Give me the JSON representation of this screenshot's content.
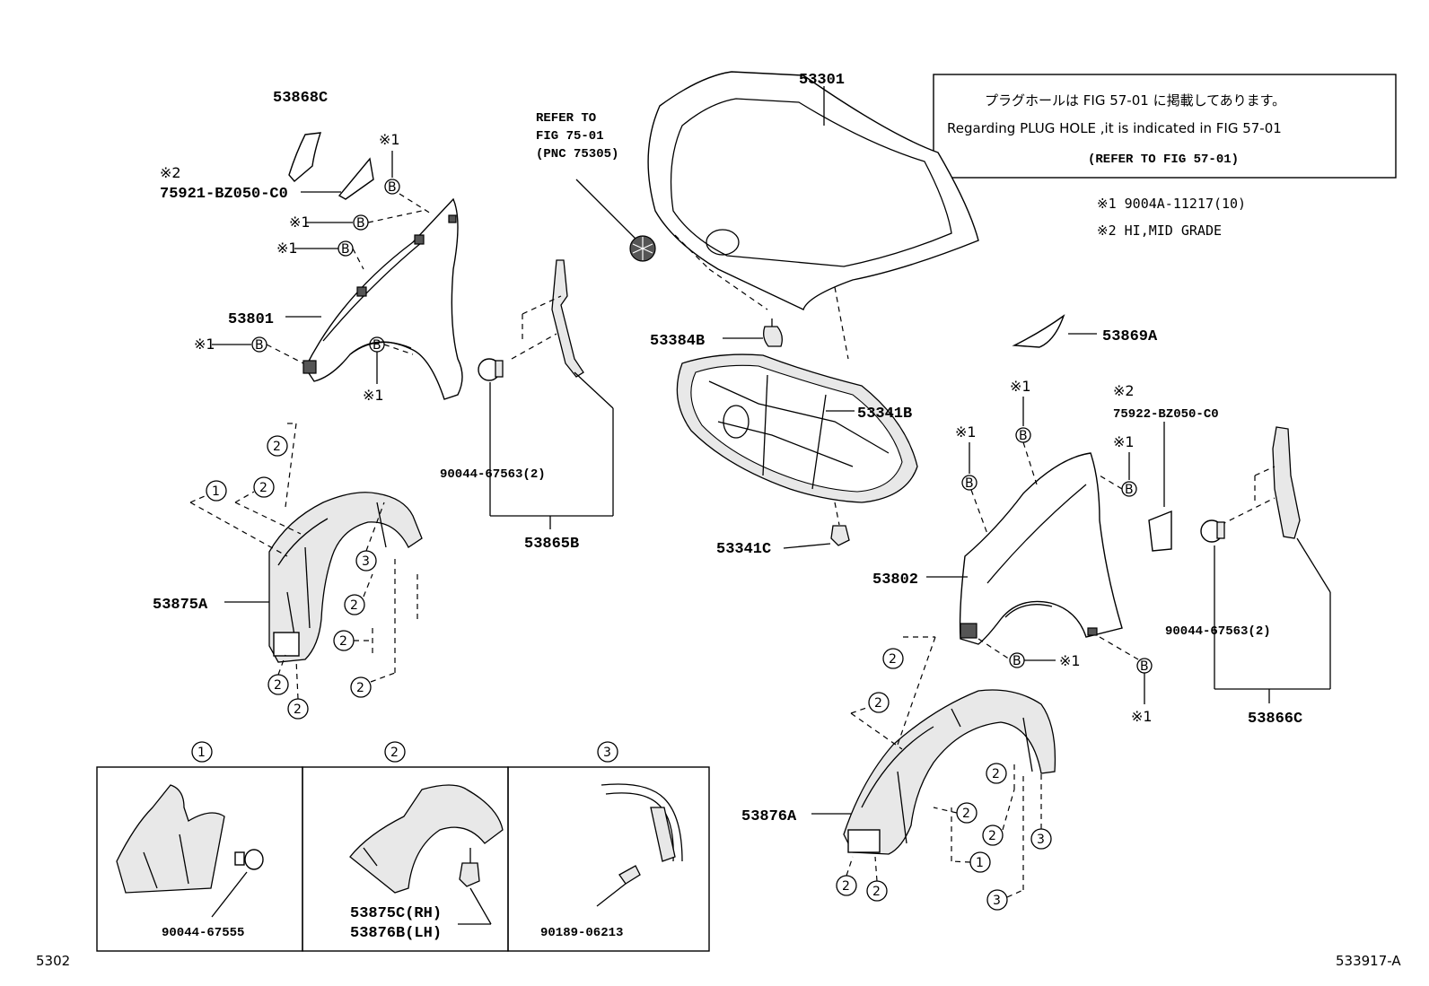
{
  "note": {
    "line_jp": "プラグホールは FIG 57-01 に掲載してあります。",
    "line_en": "Regarding PLUG HOLE ,it is indicated in FIG 57-01",
    "line_ref": "(REFER TO FIG 57-01)"
  },
  "legend": {
    "item1": "※1  9004A-11217(10)",
    "item2": "※2 HI,MID GRADE"
  },
  "refer": {
    "line1": "REFER TO",
    "line2": "FIG 75-01",
    "line3": "(PNC 75305)"
  },
  "labels": {
    "p53868C": "53868C",
    "star2_left": "※2",
    "p75921": "75921-BZ050-C0",
    "p53801": "53801",
    "p53301": "53301",
    "p53384B": "53384B",
    "p53341B": "53341B",
    "p53341C": "53341C",
    "p90044_left": "90044-67563(2)",
    "p53865B": "53865B",
    "p53869A": "53869A",
    "star2_right": "※2",
    "p75922": "75922-BZ050-C0",
    "p53802": "53802",
    "p90044_right": "90044-67563(2)",
    "p53866C": "53866C",
    "p53875A": "53875A",
    "p53876A": "53876A",
    "p90044_67555": "90044-67555",
    "p53875C": "53875C(RH)",
    "p53876B": "53876B(LH)",
    "p90189": "90189-06213"
  },
  "marks": {
    "star1": "※1",
    "b": "B",
    "c1": "1",
    "c2": "2",
    "c3": "3"
  },
  "footer": {
    "left": "5302",
    "right": "533917-A"
  }
}
